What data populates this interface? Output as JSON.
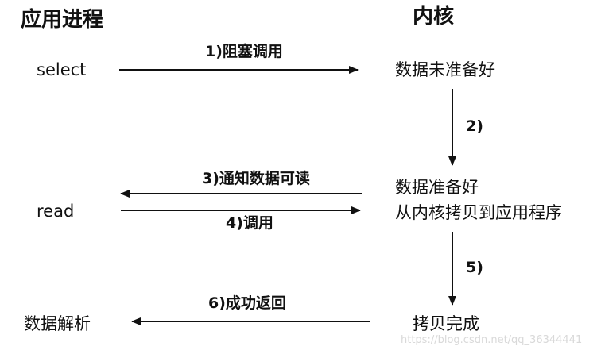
{
  "headers": {
    "app_process": "应用进程",
    "kernel": "内核"
  },
  "app_side": {
    "select": "select",
    "read": "read",
    "parse": "数据解析"
  },
  "kernel_side": {
    "not_ready": "数据未准备好",
    "ready": "数据准备好",
    "copy_to_app": "从内核拷贝到应用程序",
    "copy_done": "拷贝完成"
  },
  "steps": {
    "s1": "1)阻塞调用",
    "s2": "2)",
    "s3": "3)通知数据可读",
    "s4": "4)调用",
    "s5": "5)",
    "s6": "6)成功返回"
  },
  "watermark": "https://blog.csdn.net/qq_36344441"
}
